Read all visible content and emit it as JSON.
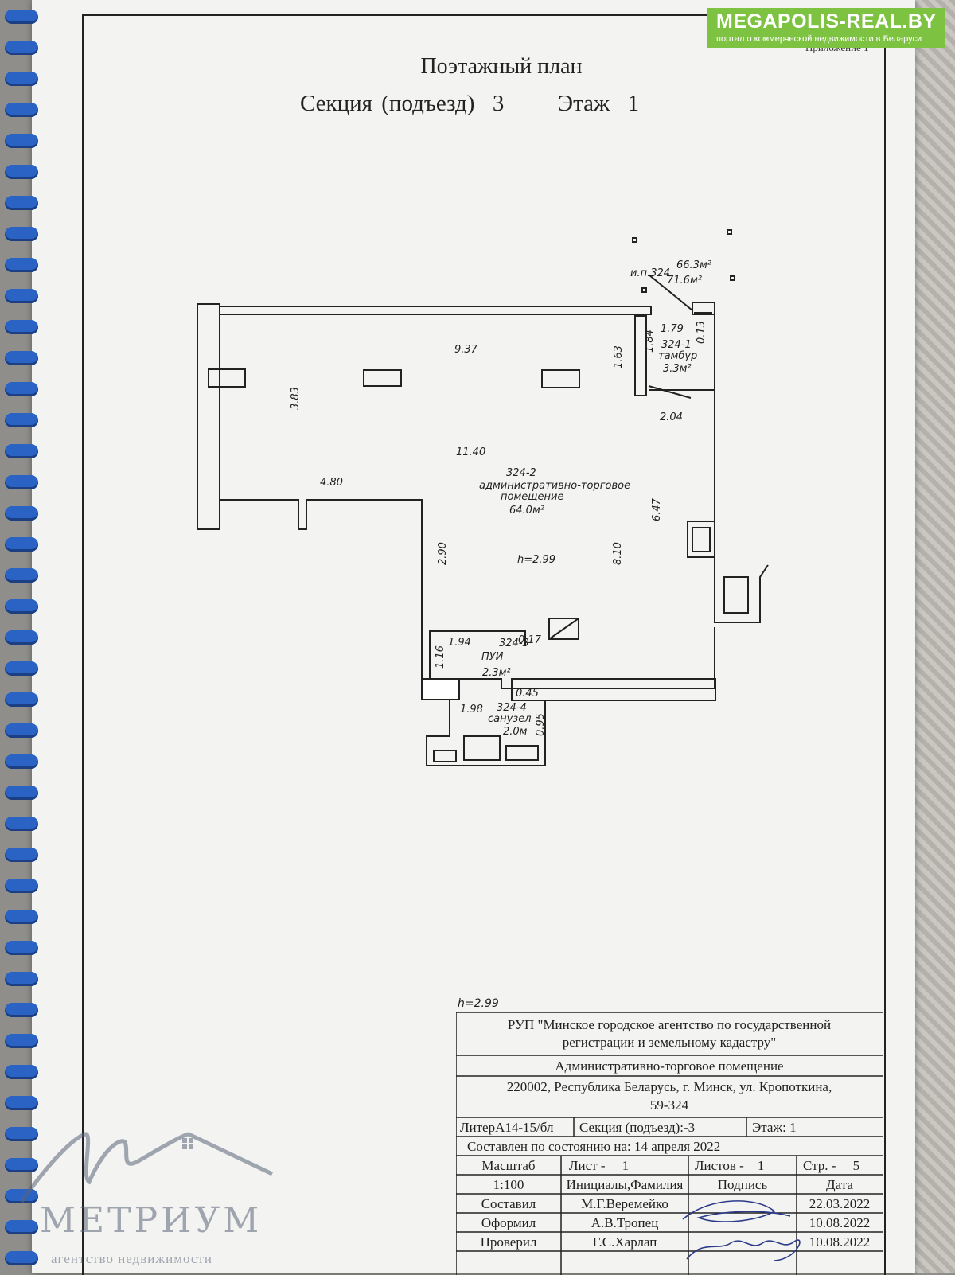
{
  "header": {
    "title": "Поэтажный план",
    "subtitle": "Секция (подъезд)  3      Этаж  1",
    "appendix": "Приложение 1"
  },
  "badge": {
    "site": "MEGAPOLIS-REAL.BY",
    "tagline": "портал о коммерческой недвижимости в Беларуси"
  },
  "plan": {
    "labels": {
      "ip": "и.п.324",
      "area_total1": "66.3м²",
      "area_total2": "71.6м²",
      "d_179": "1.79",
      "d_013": "0.13",
      "d_184": "1.84",
      "d_163": "1.63",
      "room1_id": "324-1",
      "room1_name": "тамбур",
      "room1_area": "3.3м²",
      "d_937": "9.37",
      "d_383": "3.83",
      "d_204": "2.04",
      "d_1140": "11.40",
      "room2_id": "324-2",
      "room2_name1": "административно-торговое",
      "room2_name2": "помещение",
      "room2_area": "64.0м²",
      "d_480": "4.80",
      "d_647": "6.47",
      "d_290": "2.90",
      "height": "h=2.99",
      "d_810": "8.10",
      "d_194": "1.94",
      "room3_id": "324-3",
      "d_017": "0.17",
      "room3_name": "ПУИ",
      "d_116": "1.16",
      "room3_area": "2.3м²",
      "d_045": "0.45",
      "d_198": "1.98",
      "room4_id": "324-4",
      "room4_name": "санузел",
      "room4_area": "2.0м",
      "d_095": "0.95"
    }
  },
  "stamp": {
    "height_note": "h=2.99",
    "org1": "РУП \"Минское городское агентство по государственной",
    "org2": "регистрации и земельному кадастру\"",
    "object": "Административно-торговое помещение",
    "address1": "220002, Республика Беларусь, г. Минск, ул. Кропоткина,",
    "address2": "59-324",
    "litera": "ЛитерА14-15/бл",
    "section": "Секция (подъезд):-3",
    "floor": "Этаж: 1",
    "compiled": "Составлен по состоянию на: 14 апреля 2022",
    "scale_label": "Масштаб",
    "sheet": "Лист -     1",
    "sheets": "Листов -    1",
    "page": "Стр. -     5",
    "scale_value": "1:100",
    "col_initials": "Инициалы,Фамилия",
    "col_sign": "Подпись",
    "col_date": "Дата",
    "rows": [
      {
        "role": "Составил",
        "name": "М.Г.Веремейко",
        "date": "22.03.2022"
      },
      {
        "role": "Оформил",
        "name": "А.В.Тропец",
        "date": "10.08.2022"
      },
      {
        "role": "Проверил",
        "name": "Г.С.Харлап",
        "date": "10.08.2022"
      }
    ]
  },
  "watermark": {
    "name": "МЕТРИУМ",
    "sub": "агентство недвижимости"
  }
}
